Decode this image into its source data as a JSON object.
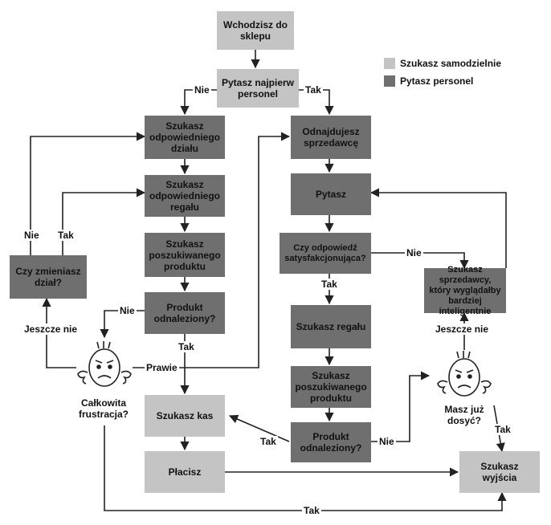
{
  "legend": {
    "self_label": "Szukasz samodzielnie",
    "staff_label": "Pytasz personel",
    "self_color": "#c4c4c4",
    "staff_color": "#6f6f6f"
  },
  "nodes": {
    "enter": "Wchodzisz do sklepu",
    "ask_staff_first": "Pytasz najpierw personel",
    "find_department": "Szukasz odpowiedniego działu",
    "find_shelf_left": "Szukasz odpowiedniego regału",
    "find_product_left": "Szukasz poszukiwanego produktu",
    "found_left": "Produkt odnaleziony?",
    "change_department": "Czy zmieniasz dział?",
    "find_salesperson": "Odnajdujesz sprzedawcę",
    "ask": "Pytasz",
    "satisfying": "Czy odpowiedź satysfakcjonująca?",
    "find_shelf_right": "Szukasz regału",
    "find_product_right": "Szukasz poszukiwanego produktu",
    "found_right": "Produkt odnaleziony?",
    "smarter_salesperson": "Szukasz sprzedawcy, który wyglądałby bardziej inteligentnie",
    "find_checkout": "Szukasz kas",
    "pay": "Płacisz",
    "find_exit": "Szukasz wyjścia"
  },
  "faces": {
    "total_frustration": "Całkowita frustracja?",
    "had_enough": "Masz już dosyć?"
  },
  "edge_labels": {
    "nie_ask": "Nie",
    "tak_ask": "Tak",
    "nie_change": "Nie",
    "tak_change": "Tak",
    "nie_found_left": "Nie",
    "tak_found_left": "Tak",
    "jeszcze_nie_left": "Jeszcze nie",
    "prawie": "Prawie",
    "tak_satisfying": "Tak",
    "nie_satisfying": "Nie",
    "jeszcze_nie_right": "Jeszcze nie",
    "tak_found_right": "Tak",
    "nie_found_right": "Nie",
    "tak_enough": "Tak",
    "tak_frustration": "Tak"
  }
}
